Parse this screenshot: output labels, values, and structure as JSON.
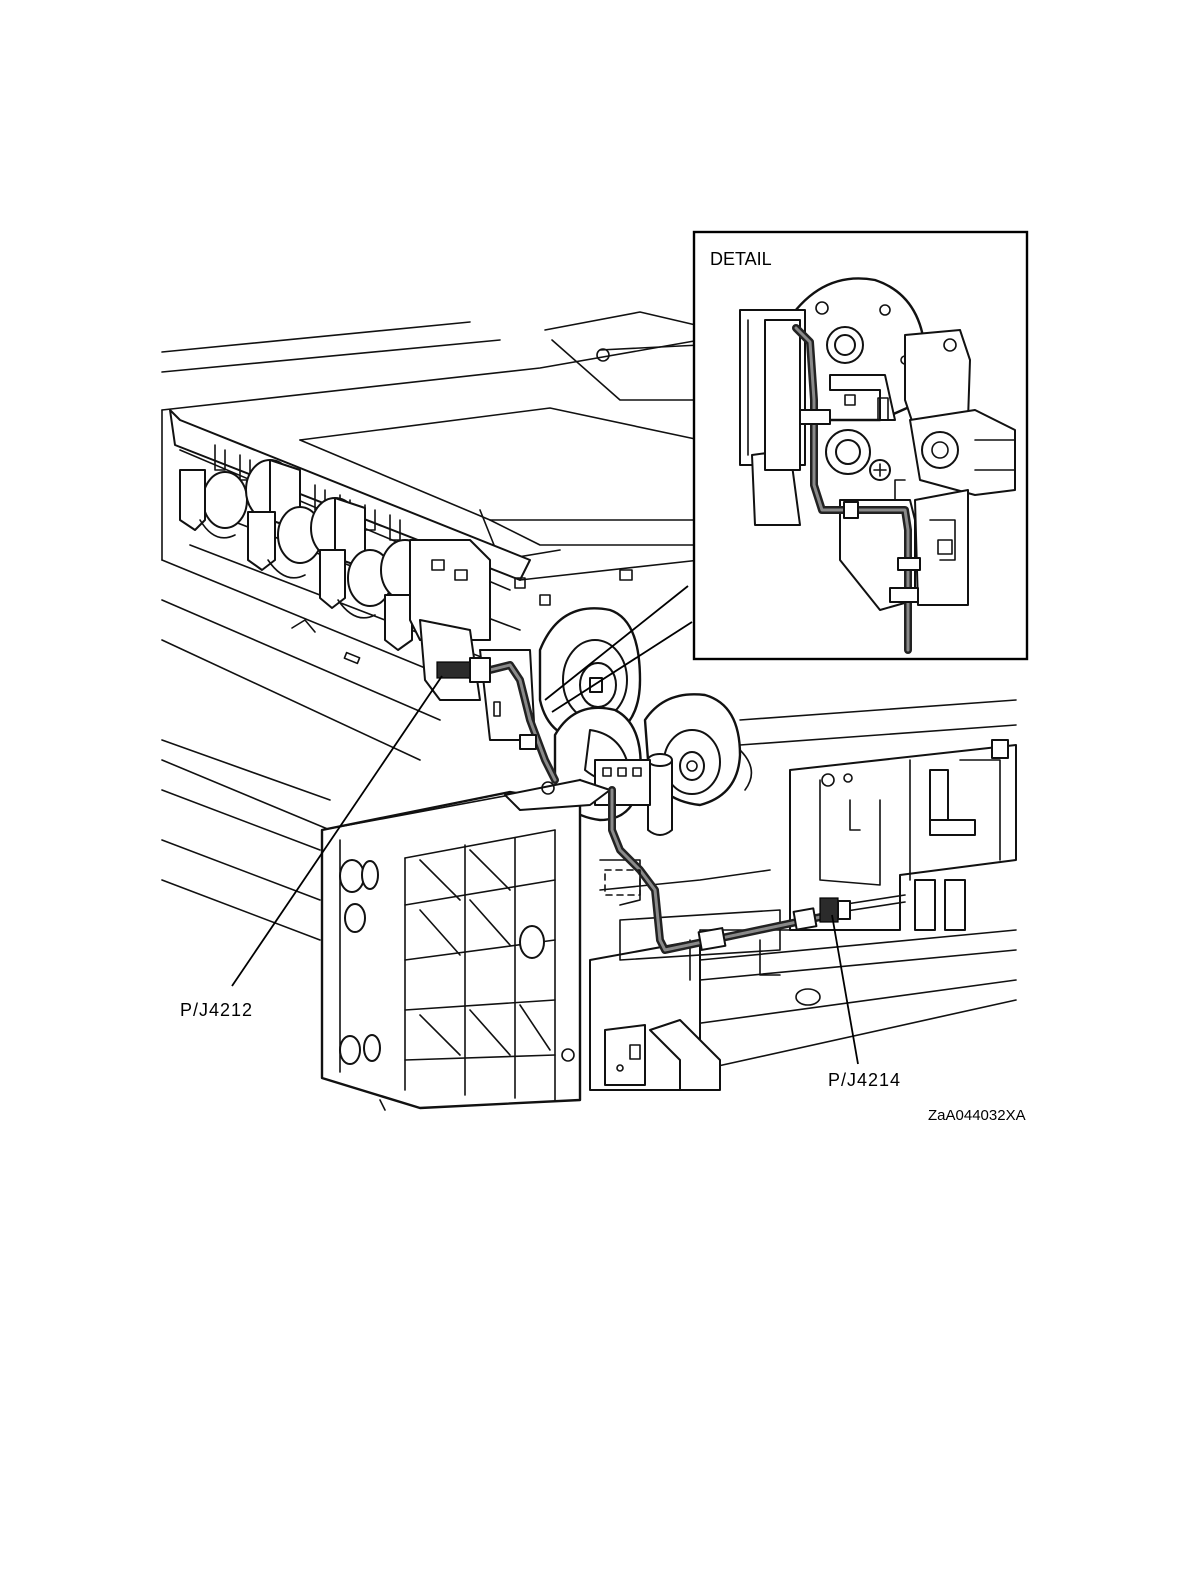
{
  "labels": {
    "detail": "DETAIL",
    "connector_left": "P/J4212",
    "connector_right": "P/J4214",
    "figure_id": "ZaA044032XA"
  },
  "colors": {
    "line": "#111111",
    "harness": "#222222",
    "background": "#ffffff"
  }
}
